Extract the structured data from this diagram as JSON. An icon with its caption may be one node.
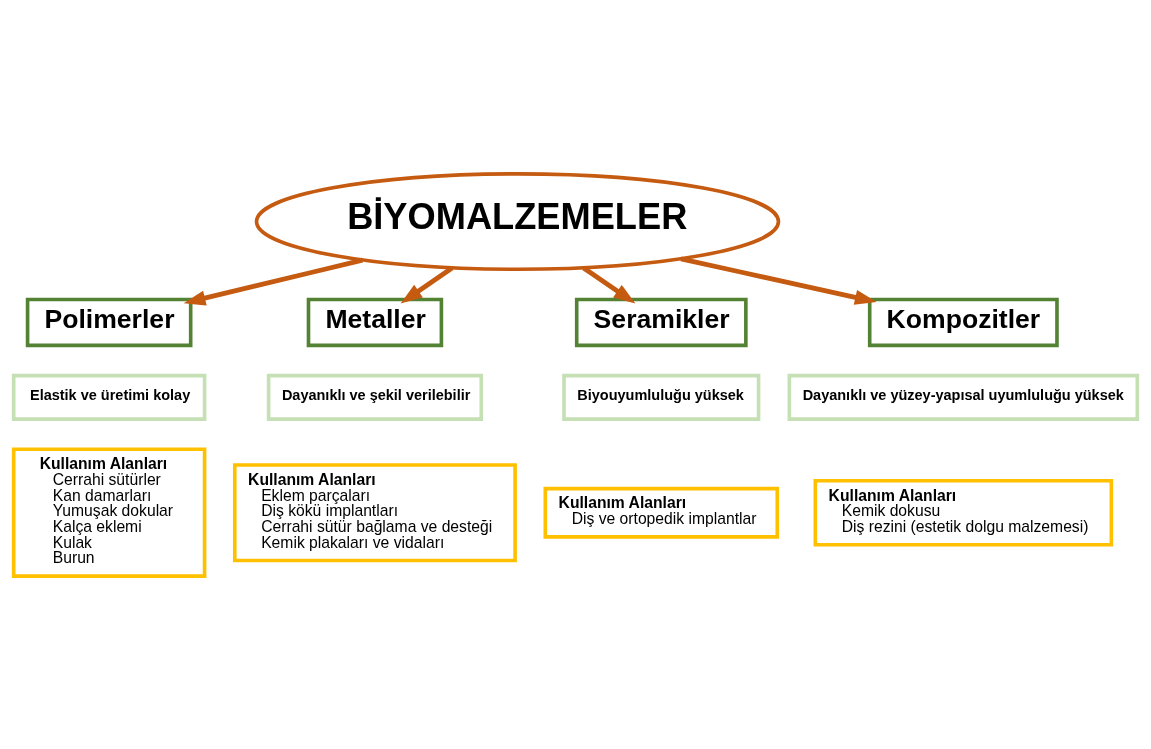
{
  "diagram": {
    "nodes": [
      {
        "text": [
          "BİYOMALZEMELER"
        ]
      },
      {
        "text": [
          "Polimerler"
        ]
      },
      {
        "text": [
          "Elastik ve üretimi kolay"
        ]
      },
      {
        "text": [
          "Kullanım Alanları",
          "Cerrahi sütürler",
          "Kan damarları",
          "Yumuşak dokular",
          "Kalça eklemi",
          "Kulak",
          "Burun"
        ]
      },
      {
        "text": [
          "Metaller"
        ]
      },
      {
        "text": [
          "Dayanıklı ve şekil verilebilir"
        ]
      },
      {
        "text": [
          "Kullanım Alanları",
          "Eklem parçaları",
          "Diş kökü implantları",
          "Cerrahi sütür bağlama ve desteği",
          "Kemik plakaları ve vidaları"
        ]
      },
      {
        "text": [
          "Seramikler"
        ]
      },
      {
        "text": [
          "Biyouyumluluğu yüksek"
        ]
      },
      {
        "text": [
          "Kullanım Alanları",
          "Diş ve ortopedik implantlar"
        ]
      },
      {
        "text": [
          "Kompozitler"
        ]
      },
      {
        "text": [
          "Dayanıklı ve yüzey-yapısal uyumluluğu yüksek"
        ]
      },
      {
        "text": [
          "Kullanım Alanları",
          "Kemik dokusu",
          "Diş rezini (estetik dolgu malzemesi)"
        ]
      }
    ],
    "edges": [
      {
        "from": 0,
        "to": 1,
        "arrow": "to"
      },
      {
        "from": 0,
        "to": 4,
        "arrow": "to"
      },
      {
        "from": 0,
        "to": 7,
        "arrow": "to"
      },
      {
        "from": 0,
        "to": 10,
        "arrow": "to"
      }
    ]
  }
}
